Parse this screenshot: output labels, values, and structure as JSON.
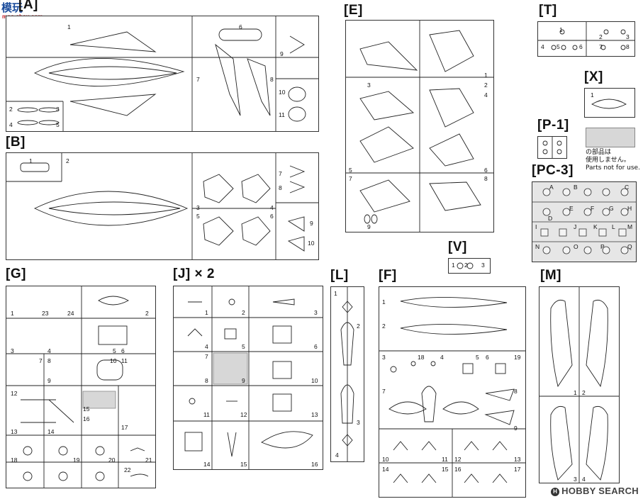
{
  "watermarks": {
    "logo": "模玩",
    "url": "moo-shou.com",
    "hobby": "HOBBY SEARCH"
  },
  "labels": {
    "A": "[A]",
    "B": "[B]",
    "E": "[E]",
    "T": "[T]",
    "X": "[X]",
    "P1": "[P-1]",
    "PC3": "[PC-3]",
    "V": "[V]",
    "G": "[G]",
    "J": "[J] × 2",
    "L": "[L]",
    "F": "[F]",
    "M": "[M]"
  },
  "note": {
    "jp1": "の部品は",
    "jp2": "使用しません。",
    "en": "Parts not for use."
  },
  "parts": {
    "A": [
      "1",
      "2",
      "3",
      "4",
      "5",
      "6",
      "7",
      "8",
      "9",
      "10",
      "11"
    ],
    "B": [
      "1",
      "2",
      "3",
      "4",
      "5",
      "6",
      "7",
      "8",
      "9",
      "10"
    ],
    "E": [
      "1",
      "2",
      "3",
      "4",
      "5",
      "6",
      "7",
      "8",
      "9"
    ],
    "T": [
      "1",
      "2",
      "3",
      "4",
      "5",
      "6",
      "7",
      "8"
    ],
    "X": [
      "1"
    ],
    "V": [
      "1",
      "2",
      "3"
    ],
    "PC3": [
      "A",
      "B",
      "C",
      "D",
      "E",
      "F",
      "G",
      "H",
      "I",
      "J",
      "K",
      "L",
      "M",
      "N",
      "O",
      "P",
      "Q"
    ],
    "G": [
      "1",
      "2",
      "3",
      "4",
      "5",
      "6",
      "7",
      "8",
      "9",
      "10",
      "11",
      "12",
      "13",
      "14",
      "15",
      "16",
      "17",
      "18",
      "19",
      "20",
      "21",
      "22",
      "23",
      "24"
    ],
    "J": [
      "1",
      "2",
      "3",
      "4",
      "5",
      "6",
      "7",
      "8",
      "9",
      "10",
      "11",
      "12",
      "13",
      "14",
      "15",
      "16"
    ],
    "L": [
      "1",
      "2",
      "3",
      "4"
    ],
    "F": [
      "1",
      "2",
      "3",
      "4",
      "5",
      "6",
      "7",
      "8",
      "9",
      "10",
      "11",
      "12",
      "13",
      "14",
      "15",
      "16",
      "17",
      "18",
      "19"
    ],
    "M": [
      "1",
      "2",
      "3",
      "4"
    ]
  }
}
